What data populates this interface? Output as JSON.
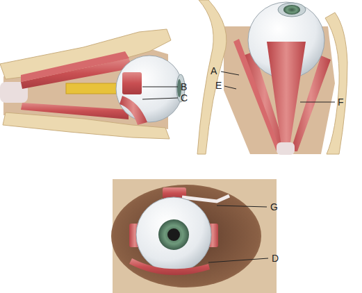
{
  "diagram": {
    "labels": [
      "A",
      "B",
      "E",
      "C",
      "F",
      "G",
      "D"
    ]
  }
}
